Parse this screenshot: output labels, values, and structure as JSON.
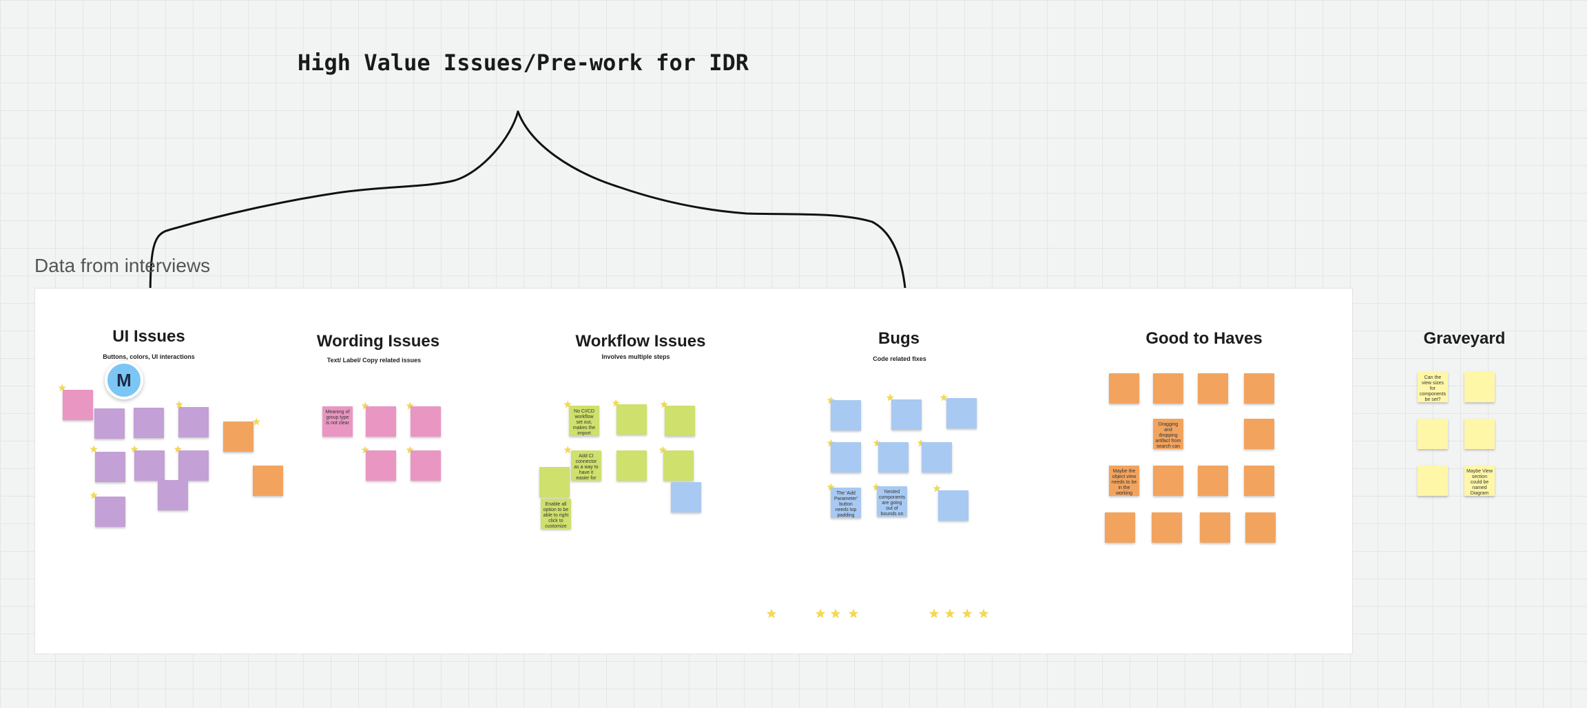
{
  "board": {
    "title": "High Value Issues/Pre-work for IDR",
    "frame_label": "Data from interviews"
  },
  "cursor_avatar": {
    "initial": "M"
  },
  "columns": {
    "ui": {
      "title": "UI Issues",
      "subtitle": "Buttons, colors, UI interactions"
    },
    "wording": {
      "title": "Wording Issues",
      "subtitle": "Text/ Label/ Copy related issues"
    },
    "workflow": {
      "title": "Workflow Issues",
      "subtitle": "Involves multiple steps"
    },
    "bugs": {
      "title": "Bugs",
      "subtitle": "Code related fixes"
    },
    "good": {
      "title": "Good to Haves"
    },
    "graveyard": {
      "title": "Graveyard"
    }
  },
  "notes": {
    "wording_meaning": "Meaning of group type is not clear",
    "workflow_1": "No CI/CD workflow set out, makes the import button seem pico",
    "workflow_2": "Add CI connector as a way to have it easier for integration",
    "workflow_3": "Enable all option to be able to right click to customize",
    "bugs_add_param": "The 'Add Parameter' button needs top padding",
    "bugs_components": "Nested components are going out of bounds on the canvas",
    "good_1": "Dragging and dropping artifact from search can be tedious",
    "good_2": "Maybe the object view needs to be in the working area",
    "graveyard_1": "Can the view sizes for components be set?",
    "graveyard_2": "Maybe View section could be named Diagram"
  },
  "colors": {
    "pink": "#e996c2",
    "purple": "#c3a0d6",
    "orange": "#f2a45f",
    "green": "#cfe06c",
    "blue": "#a8c9f2",
    "yellow": "#fff7a8",
    "star": "#f5d94a",
    "avatar": "#7bc6f4"
  }
}
